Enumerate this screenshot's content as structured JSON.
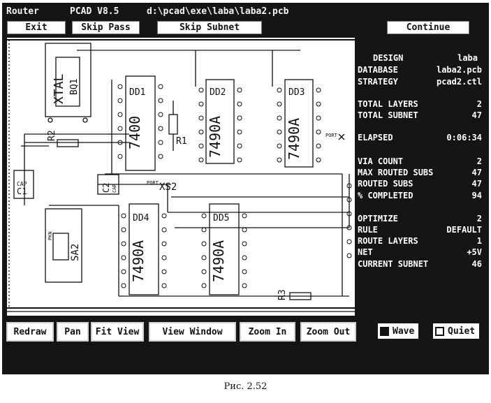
{
  "title_bar": {
    "app": "Router",
    "version": "PCAD V8.5",
    "path": "d:\\pcad\\exe\\laba\\laba2.pcb"
  },
  "toolbar": {
    "exit": "Exit",
    "skip_pass": "Skip Pass",
    "skip_subnet": "Skip Subnet",
    "continue": "Continue"
  },
  "status": [
    {
      "label": "DESIGN",
      "value": "laba"
    },
    {
      "label": "DATABASE",
      "value": "laba2.pcb"
    },
    {
      "label": "STRATEGY",
      "value": "pcad2.ctl"
    },
    {
      "label": "TOTAL LAYERS",
      "value": "2"
    },
    {
      "label": "TOTAL SUBNET",
      "value": "47"
    },
    {
      "label": "ELAPSED",
      "value": "0:06:34"
    },
    {
      "label": "VIA COUNT",
      "value": "2"
    },
    {
      "label": "MAX ROUTED SUBS",
      "value": "47"
    },
    {
      "label": "ROUTED SUBS",
      "value": "47"
    },
    {
      "label": "% COMPLETED",
      "value": "94"
    },
    {
      "label": "OPTIMIZE",
      "value": "2"
    },
    {
      "label": "RULE",
      "value": "DEFAULT"
    },
    {
      "label": "ROUTE LAYERS",
      "value": "1"
    },
    {
      "label": "NET",
      "value": "+5V"
    },
    {
      "label": "CURRENT SUBNET",
      "value": "46"
    }
  ],
  "bottom_toolbar": {
    "redraw": "Redraw",
    "pan": "Pan",
    "fit_view": "Fit View",
    "view_window": "View Window",
    "zoom_in": "Zoom In",
    "zoom_out": "Zoom Out",
    "wave": "Wave",
    "quiet": "Quiet"
  },
  "wave_checked": true,
  "quiet_checked": false,
  "pcb": {
    "chips": [
      {
        "ref": "DD1",
        "part": "7400"
      },
      {
        "ref": "DD2",
        "part": "7490A"
      },
      {
        "ref": "DD3",
        "part": "7490A"
      },
      {
        "ref": "DD4",
        "part": "7490A"
      },
      {
        "ref": "DD5",
        "part": "7490A"
      }
    ],
    "crystal": {
      "ref": "BQ1",
      "part": "XTAL"
    },
    "resistors": [
      "R1",
      "R2",
      "R3"
    ],
    "c1": {
      "ref": "C1",
      "part": "CAP"
    },
    "c2": {
      "ref": "C2",
      "part": "CAP"
    },
    "switch": {
      "ref": "SA2",
      "part": "PKN"
    },
    "connector": "XS2",
    "port_labels": [
      "PORT",
      "PORT"
    ]
  },
  "caption": "Рис. 2.52"
}
